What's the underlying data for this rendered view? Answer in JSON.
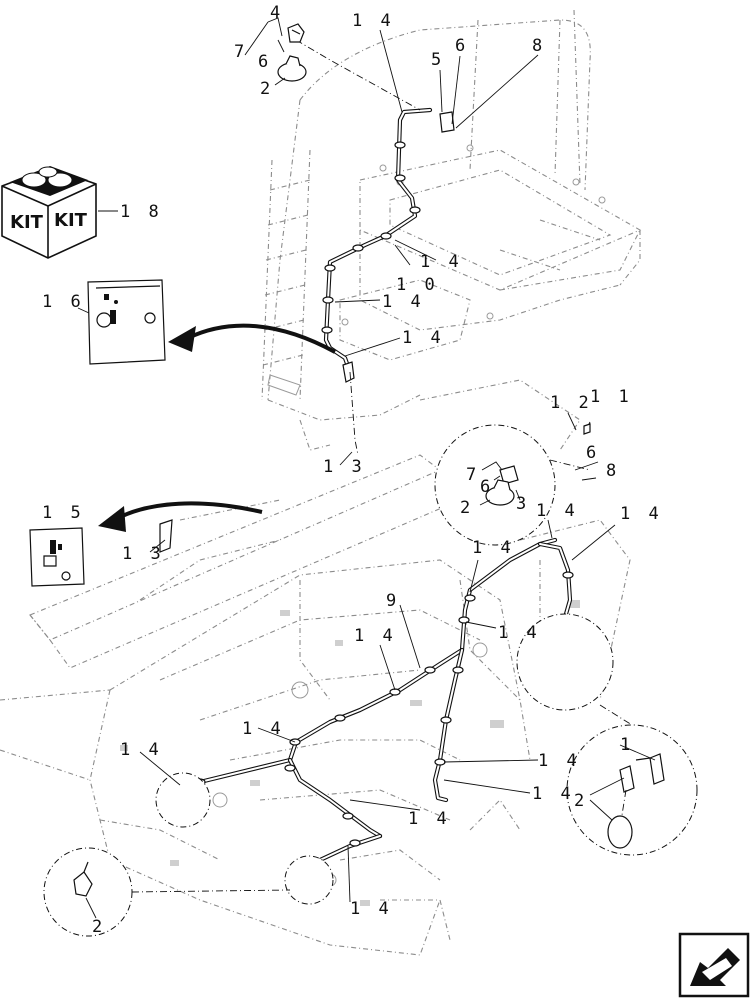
{
  "callouts": [
    {
      "id": "c4",
      "text": "4"
    },
    {
      "id": "c7a",
      "text": "7"
    },
    {
      "id": "c6a",
      "text": "6"
    },
    {
      "id": "c2a",
      "text": "2"
    },
    {
      "id": "c14a",
      "text": "1 4"
    },
    {
      "id": "c5a",
      "text": "5"
    },
    {
      "id": "c6b",
      "text": "6"
    },
    {
      "id": "c8a",
      "text": "8"
    },
    {
      "id": "c18",
      "text": "1 8"
    },
    {
      "id": "c14b",
      "text": "1 4"
    },
    {
      "id": "c10",
      "text": "1 0"
    },
    {
      "id": "c16",
      "text": "1 6"
    },
    {
      "id": "c14c",
      "text": "1 4"
    },
    {
      "id": "c14d",
      "text": "1 4"
    },
    {
      "id": "c12",
      "text": "1 2"
    },
    {
      "id": "c11",
      "text": "1 1"
    },
    {
      "id": "c6c",
      "text": "6"
    },
    {
      "id": "c8b",
      "text": "8"
    },
    {
      "id": "c13a",
      "text": "1 3"
    },
    {
      "id": "c7b",
      "text": "7"
    },
    {
      "id": "c6d",
      "text": "6"
    },
    {
      "id": "c3",
      "text": "3"
    },
    {
      "id": "c2b",
      "text": "2"
    },
    {
      "id": "c15",
      "text": "1 5"
    },
    {
      "id": "c13b",
      "text": "1 3"
    },
    {
      "id": "c14e",
      "text": "1 4"
    },
    {
      "id": "c14f",
      "text": "1 4"
    },
    {
      "id": "c14g",
      "text": "1 4"
    },
    {
      "id": "c14h",
      "text": "1 4"
    },
    {
      "id": "c9",
      "text": "9"
    },
    {
      "id": "c14i",
      "text": "1 4"
    },
    {
      "id": "c14j",
      "text": "1 4"
    },
    {
      "id": "c14k",
      "text": "1 4"
    },
    {
      "id": "c14l",
      "text": "1 4"
    },
    {
      "id": "c1",
      "text": "1"
    },
    {
      "id": "c14m",
      "text": "1 4"
    },
    {
      "id": "c2c",
      "text": "2"
    },
    {
      "id": "c14n",
      "text": "1 4"
    },
    {
      "id": "c14o",
      "text": "1 4"
    },
    {
      "id": "c2d",
      "text": "2"
    }
  ],
  "kit_box": {
    "label_left": "KIT",
    "label_right": "KIT"
  },
  "icons": {
    "nav_arrow": "previous-page-arrow-icon",
    "kit": "parts-kit-box-icon",
    "decal": "warning-decal-icon"
  }
}
